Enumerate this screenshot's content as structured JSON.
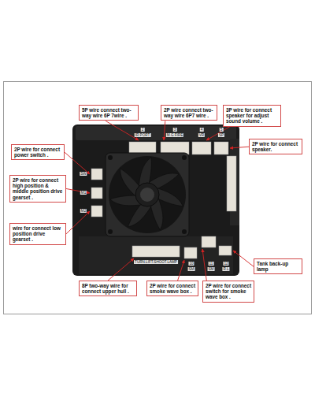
{
  "diagram": {
    "nodes": [
      {
        "text": [
          "5P wire connect two-way wire 6P 7wire ."
        ]
      },
      {
        "text": [
          "2P wire connect two-way wire 6P7 wire ."
        ]
      },
      {
        "text": [
          "3P wire for connect speaker for adjust sound volume ."
        ]
      },
      {
        "text": [
          "2P wire for connect speaker."
        ]
      },
      {
        "text": [
          "2P wire for connect power switch ."
        ]
      },
      {
        "text": [
          "2P wire for connect high position & middle position drive gearset ."
        ]
      },
      {
        "text": [
          "wire for connect low position drive gearset ."
        ]
      },
      {
        "text": [
          "Tank back-up lamp"
        ]
      },
      {
        "text": [
          "8P two-way wire for connect upper hull ."
        ]
      },
      {
        "text": [
          "2P wire for connect smoke wave box ."
        ]
      },
      {
        "text": [
          "2P wire for connect switch for smoke wave box ."
        ]
      }
    ],
    "labels": [
      "2",
      "IR PORT",
      "3",
      "M.G FIRE",
      "4",
      "VR",
      "5",
      "SP",
      "SW",
      "M1",
      "M2",
      "TURN.LIFT.SHOOT.LAMP",
      "10",
      "SM",
      "11",
      "SM",
      "12",
      "R.L"
    ]
  }
}
